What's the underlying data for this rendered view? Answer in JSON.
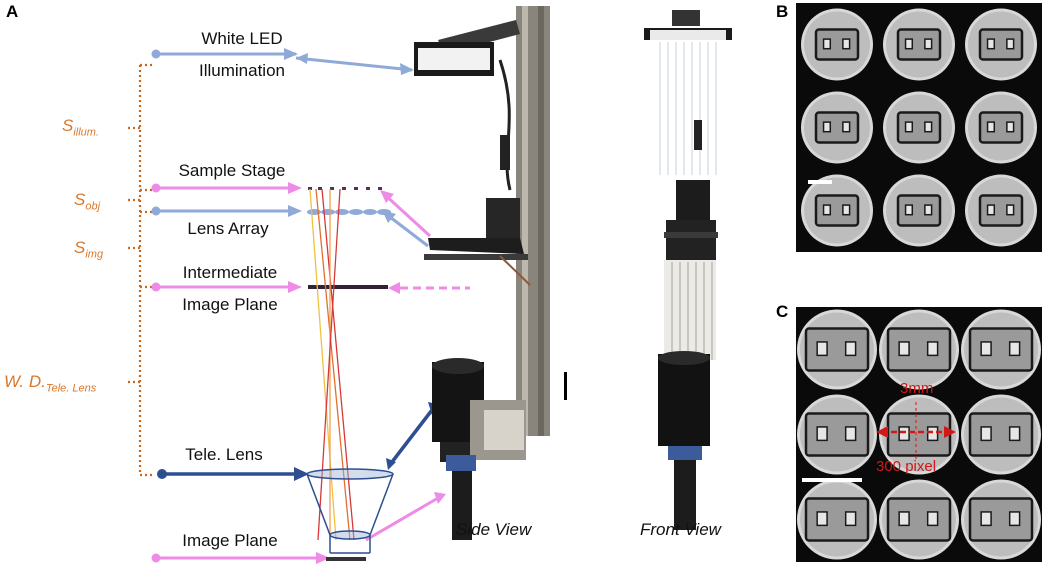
{
  "panels": {
    "a": "A",
    "b": "B",
    "c": "C"
  },
  "labels": {
    "white_led_line1": "White LED",
    "white_led_line2": "Illumination",
    "sample_stage": "Sample Stage",
    "lens_array": "Lens Array",
    "intermediate_line1": "Intermediate",
    "intermediate_line2": "Image Plane",
    "tele_lens": "Tele. Lens",
    "image_plane": "Image Plane",
    "side_view": "Side View",
    "front_view": "Front View"
  },
  "spacings": {
    "s_illum": {
      "main": "S",
      "sub": "illum."
    },
    "s_obj": {
      "main": "S",
      "sub": "obj"
    },
    "s_img": {
      "main": "S",
      "sub": "img"
    },
    "wd": {
      "main": "W. D.",
      "sub": "Tele. Lens"
    }
  },
  "annotations": {
    "size": "3mm",
    "pixels": "300 pixel"
  },
  "colors": {
    "blue_light": "#8fa9d9",
    "blue_dark": "#2d4f91",
    "pink": "#ee8be6",
    "orange": "#c8661e",
    "red": "#d01818"
  }
}
